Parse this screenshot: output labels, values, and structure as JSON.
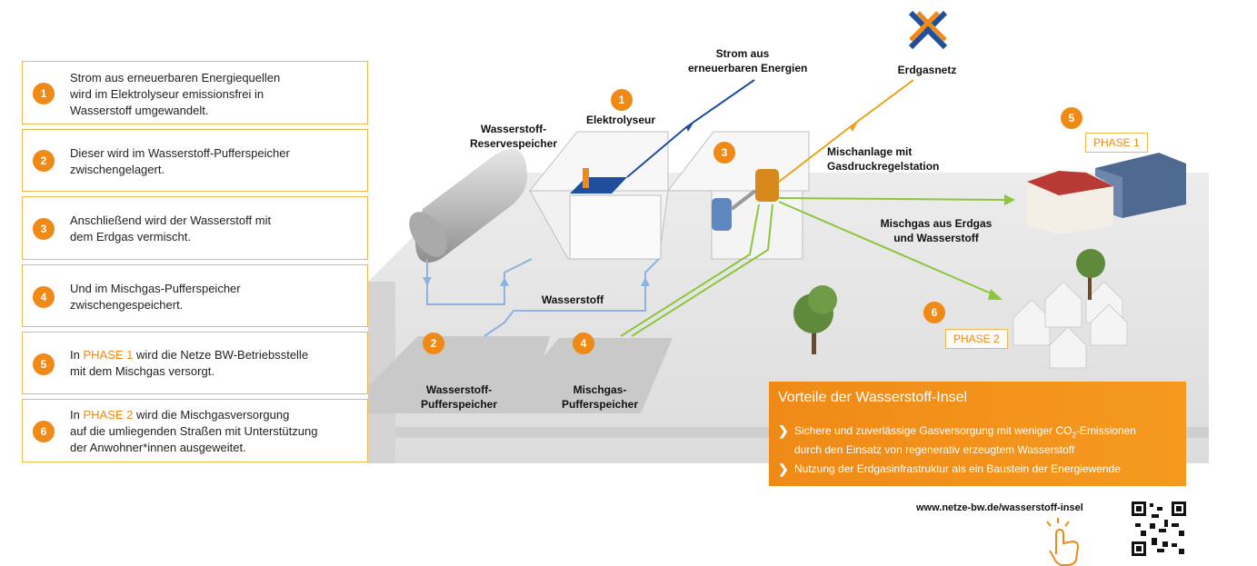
{
  "steps": [
    {
      "number": "1",
      "lines": [
        "Strom aus erneuerbaren Energiequellen",
        "wird im Elektrolyseur emissionsfrei in",
        "Wasserstoff umgewandelt."
      ]
    },
    {
      "number": "2",
      "lines": [
        "Dieser wird im Wasserstoff-Pufferspeicher",
        "zwischengelagert."
      ]
    },
    {
      "number": "3",
      "lines": [
        "Anschließend wird der Wasserstoff mit",
        "dem Erdgas vermischt."
      ]
    },
    {
      "number": "4",
      "lines": [
        "Und im Mischgas-Pufferspeicher",
        "zwischengespeichert."
      ]
    },
    {
      "number": "5",
      "line1_pre": "In ",
      "line1_highlight": "PHASE 1",
      "line1_post": " wird die Netze BW-Betriebsstelle",
      "line2": "mit dem Mischgas versorgt."
    },
    {
      "number": "6",
      "line1_pre": "In ",
      "line1_highlight": "PHASE 2",
      "line1_post": " wird die Mischgasversorgung",
      "line2": "auf die umliegenden Straßen mit Unterstützung",
      "line3": "der Anwohner*innen ausgeweitet."
    }
  ],
  "diagram": {
    "strom_label_1": "Strom aus",
    "strom_label_2": "erneuerbaren Energien",
    "erdgas_label": "Erdgasnetz",
    "elektrolyseur_label": "Elektrolyseur",
    "reserve_label_1": "Wasserstoff-",
    "reserve_label_2": "Reservespeicher",
    "mischanlage_label_1": "Mischanlage mit",
    "mischanlage_label_2": "Gasdruckregelstation",
    "mischgas_label_1": "Mischgas aus Erdgas",
    "mischgas_label_2": "und Wasserstoff",
    "wasserstoff_label": "Wasserstoff",
    "puffer_h2_label_1": "Wasserstoff-",
    "puffer_h2_label_2": "Pufferspeicher",
    "puffer_mix_label_1": "Mischgas-",
    "puffer_mix_label_2": "Pufferspeicher",
    "phase1": "PHASE 1",
    "phase2": "PHASE 2",
    "badges": [
      "1",
      "2",
      "3",
      "4",
      "5",
      "6"
    ]
  },
  "benefits": {
    "title": "Vorteile der Wasserstoff-Insel",
    "item1_a": "Sichere und zuverlässige Gasversorgung mit weniger CO",
    "item1_sub": "2",
    "item1_b": "-Emissionen",
    "item1_line2": "durch den Einsatz von regenerativ erzeugtem Wasserstoff",
    "item2": "Nutzung der Erdgasinfrastruktur als ein Baustein der Energiewende"
  },
  "url": "www.netze-bw.de/wasserstoff-insel",
  "colors": {
    "accent": "#ef8a17",
    "border": "#f1b84d",
    "h2_line": "#8fb3de",
    "gas_line": "#e8a21c",
    "mix_line": "#8cc63f",
    "power_line": "#1f4e9c"
  },
  "icons": [
    "netze-bw-logo-icon",
    "tap-hand-icon",
    "qr-code-icon",
    "chevron-right-icon"
  ]
}
